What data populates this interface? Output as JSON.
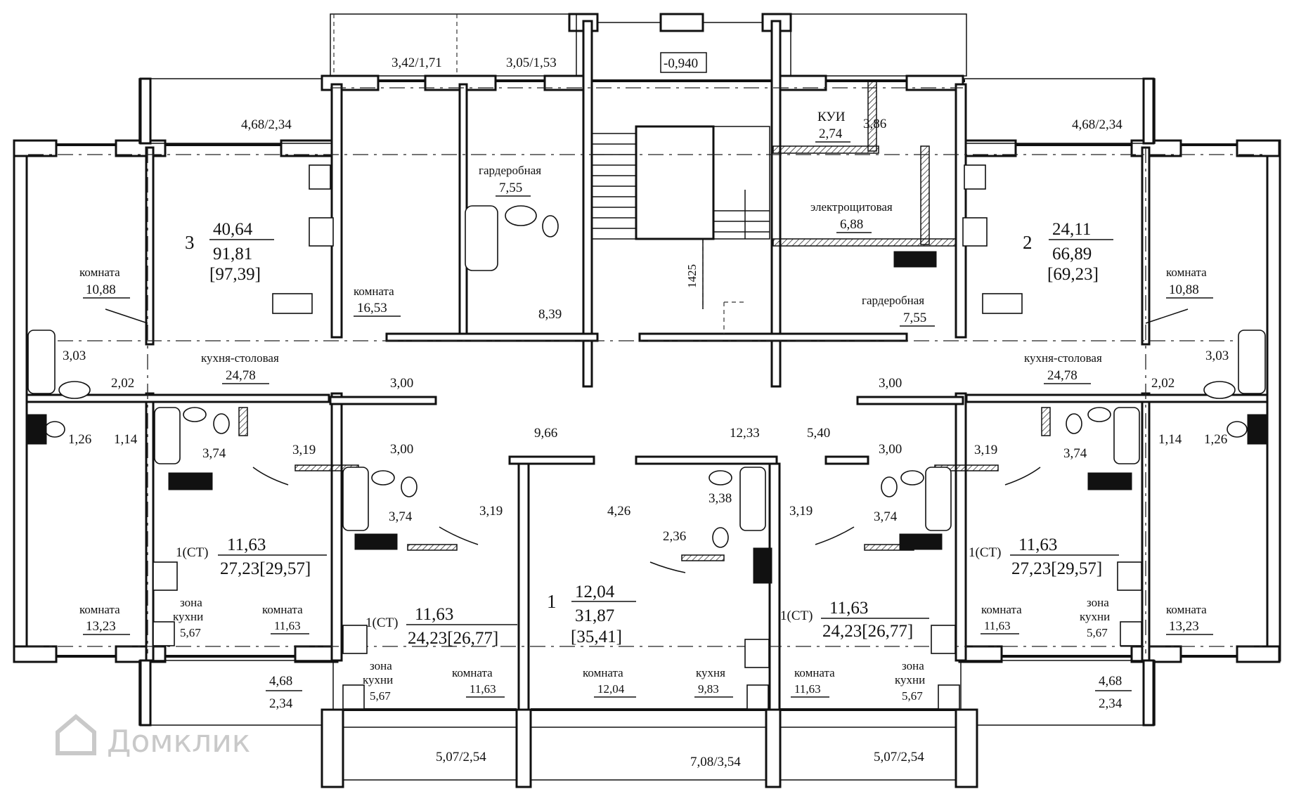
{
  "levels": {
    "top_mark": "-0,940"
  },
  "balconies": {
    "tl": "3,42/1,71",
    "tm": "3,05/1,53",
    "l_upper": "4,68/2,34",
    "r_upper": "4,68/2,34",
    "l_lower_a": "4,68",
    "l_lower_b": "2,34",
    "r_lower_a": "4,68",
    "r_lower_b": "2,34",
    "b_left": "5,07/2,54",
    "b_mid": "7,08/3,54",
    "b_right": "5,07/2,54"
  },
  "apartments": {
    "apt3": {
      "num": "3",
      "living": "40,64",
      "total": "91,81",
      "with_balcony": "[97,39]"
    },
    "apt2": {
      "num": "2",
      "living": "24,11",
      "total": "66,89",
      "with_balcony": "[69,23]"
    },
    "apt1": {
      "num": "1",
      "living": "12,04",
      "total": "31,87",
      "with_balcony": "[35,41]"
    },
    "st_left_outer": {
      "num": "1(СТ)",
      "living": "11,63",
      "total": "27,23[29,57]"
    },
    "st_left_inner": {
      "num": "1(СТ)",
      "living": "11,63",
      "total": "24,23[26,77]"
    },
    "st_right_inner": {
      "num": "1(СТ)",
      "living": "11,63",
      "total": "24,23[26,77]"
    },
    "st_right_outer": {
      "num": "1(СТ)",
      "living": "11,63",
      "total": "27,23[29,57]"
    }
  },
  "rooms": {
    "l_room_top": {
      "label": "комната",
      "area": "10,88"
    },
    "r_room_top": {
      "label": "комната",
      "area": "10,88"
    },
    "l_room_mid": {
      "label": "комната",
      "area": "16,53"
    },
    "l_kitchen_dining": {
      "label": "кухня-столовая",
      "area": "24,78"
    },
    "r_kitchen_dining": {
      "label": "кухня-столовая",
      "area": "24,78"
    },
    "l_wardrobe": {
      "label": "гардеробная",
      "area": "7,55"
    },
    "r_wardrobe": {
      "label": "гардеробная",
      "area": "7,55"
    },
    "kui": {
      "label": "КУИ",
      "area": "2,74"
    },
    "elec": {
      "label": "электрощитовая",
      "area": "6,88"
    },
    "l_room_bottom": {
      "label": "комната",
      "area": "13,23"
    },
    "r_room_bottom": {
      "label": "комната",
      "area": "13,23"
    },
    "l_st1_room": {
      "label": "комната",
      "area": "11,63"
    },
    "l_st1_zone": {
      "label1": "зона",
      "label2": "кухни",
      "area": "5,67"
    },
    "l_st2_room": {
      "label": "комната",
      "area": "11,63"
    },
    "l_st2_zone": {
      "label1": "зона",
      "label2": "кухни",
      "area": "5,67"
    },
    "a1_room": {
      "label": "комната",
      "area": "12,04"
    },
    "a1_kitchen": {
      "label": "кухня",
      "area": "9,83"
    },
    "r_st2_room": {
      "label": "комната",
      "area": "11,63"
    },
    "r_st2_zone": {
      "label1": "зона",
      "label2": "кухни",
      "area": "5,67"
    },
    "r_st1_room": {
      "label": "комната",
      "area": "11,63"
    },
    "r_st1_zone": {
      "label1": "зона",
      "label2": "кухни",
      "area": "5,67"
    }
  },
  "small_areas": {
    "a_386": "3,86",
    "a_839": "8,39",
    "l_303": "3,03",
    "l_202": "2,02",
    "l_126": "1,26",
    "l_114": "1,14",
    "l_300a": "3,00",
    "l_374a": "3,74",
    "l_319a": "3,19",
    "l_300b": "3,00",
    "l_374b": "3,74",
    "c_319a": "3,19",
    "c_966": "9,66",
    "c_426": "4,26",
    "c_236": "2,36",
    "c_1233": "12,33",
    "c_338": "3,38",
    "c_319b": "3,19",
    "c_540": "5,40",
    "r_300a": "3,00",
    "r_300b": "3,00",
    "r_374b": "3,74",
    "r_319a": "3,19",
    "r_374a": "3,74",
    "r_303": "3,03",
    "r_202": "2,02",
    "r_114": "1,14",
    "r_126": "1,26"
  },
  "dimension": "1425",
  "watermark": "Домклик"
}
